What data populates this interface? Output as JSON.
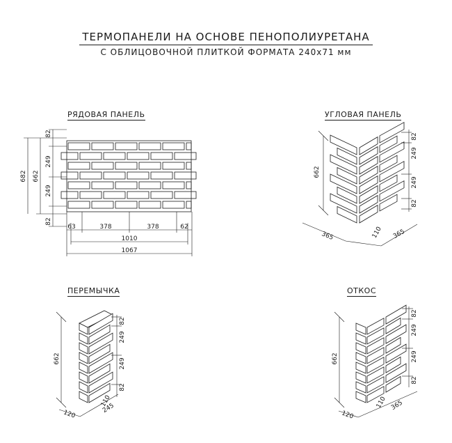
{
  "header": {
    "title": "ТЕРМОПАНЕЛИ НА ОСНОВЕ ПЕНОПОЛИУРЕТАНА",
    "subtitle": "С ОБЛИЦОВОЧНОЙ ПЛИТКОЙ ФОРМАТА 240х71 мм"
  },
  "panels": {
    "row": {
      "label": "РЯДОВАЯ ПАНЕЛЬ",
      "dims": {
        "h_total": "682",
        "h_tiles": "662",
        "top": "82",
        "bottom": "82",
        "mid1": "249",
        "mid2": "249",
        "left": "63",
        "seg1": "378",
        "seg2": "378",
        "right": "62",
        "w_inner": "1010",
        "w_total": "1067"
      }
    },
    "corner": {
      "label": "УГЛОВАЯ ПАНЕЛЬ",
      "dims": {
        "height": "662",
        "top": "82",
        "mid1": "249",
        "mid2": "249",
        "bottom": "82",
        "left_depth": "365",
        "right_depth": "365",
        "thickness": "110"
      }
    },
    "lintel": {
      "label": "ПЕРЕМЫЧКА",
      "dims": {
        "height": "662",
        "top": "82",
        "mid1": "249",
        "mid2": "249",
        "bottom": "82",
        "left_depth": "120",
        "right_depth": "245",
        "thickness": "110"
      }
    },
    "slope": {
      "label": "ОТКОС",
      "dims": {
        "height": "662",
        "top": "82",
        "mid1": "249",
        "mid2": "249",
        "bottom": "82",
        "left_depth": "120",
        "right_depth": "365",
        "thickness": "110"
      }
    }
  }
}
